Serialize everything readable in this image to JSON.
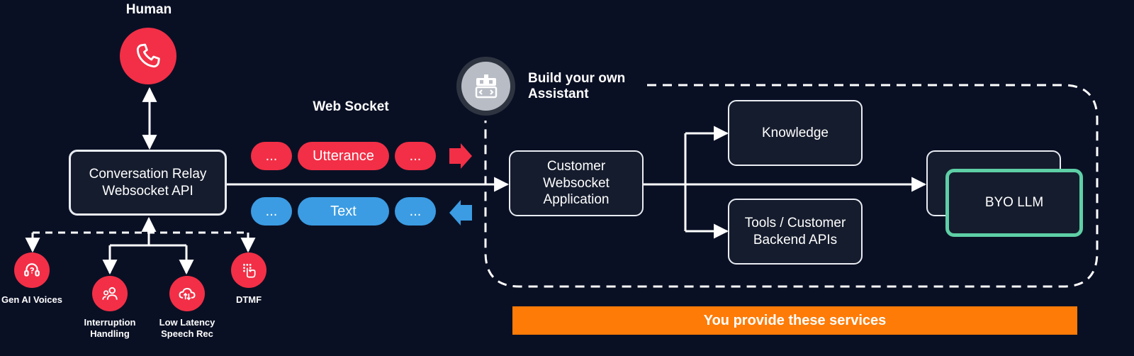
{
  "human": {
    "label": "Human",
    "icon": "phone-icon"
  },
  "relay": {
    "label": "Conversation Relay Websocket API"
  },
  "websocket": {
    "label": "Web Socket"
  },
  "messages": {
    "outgoing": [
      "...",
      "Utterance",
      "..."
    ],
    "incoming": [
      "...",
      "Text",
      "..."
    ]
  },
  "assistant": {
    "label": "Build your own Assistant",
    "icon": "robot-icon"
  },
  "customer_app": {
    "label": "Customer Websocket Application"
  },
  "knowledge": {
    "label": "Knowledge"
  },
  "tools": {
    "label": "Tools / Customer Backend APIs"
  },
  "byo_llm": {
    "label": "BYO LLM"
  },
  "features": [
    {
      "label": "Gen AI Voices",
      "icon": "headset-icon"
    },
    {
      "label": "Interruption Handling",
      "icon": "people-icon"
    },
    {
      "label": "Low Latency Speech Rec",
      "icon": "cloud-icon"
    },
    {
      "label": "DTMF",
      "icon": "keypad-icon"
    }
  ],
  "banner": {
    "label": "You provide these services"
  },
  "colors": {
    "background": "#0a1024",
    "accent_red": "#f22f46",
    "accent_blue": "#3b9ce3",
    "llm_green": "#5ecfa6",
    "banner_orange": "#fe7b07",
    "robot_grey": "#b8bcc4"
  }
}
